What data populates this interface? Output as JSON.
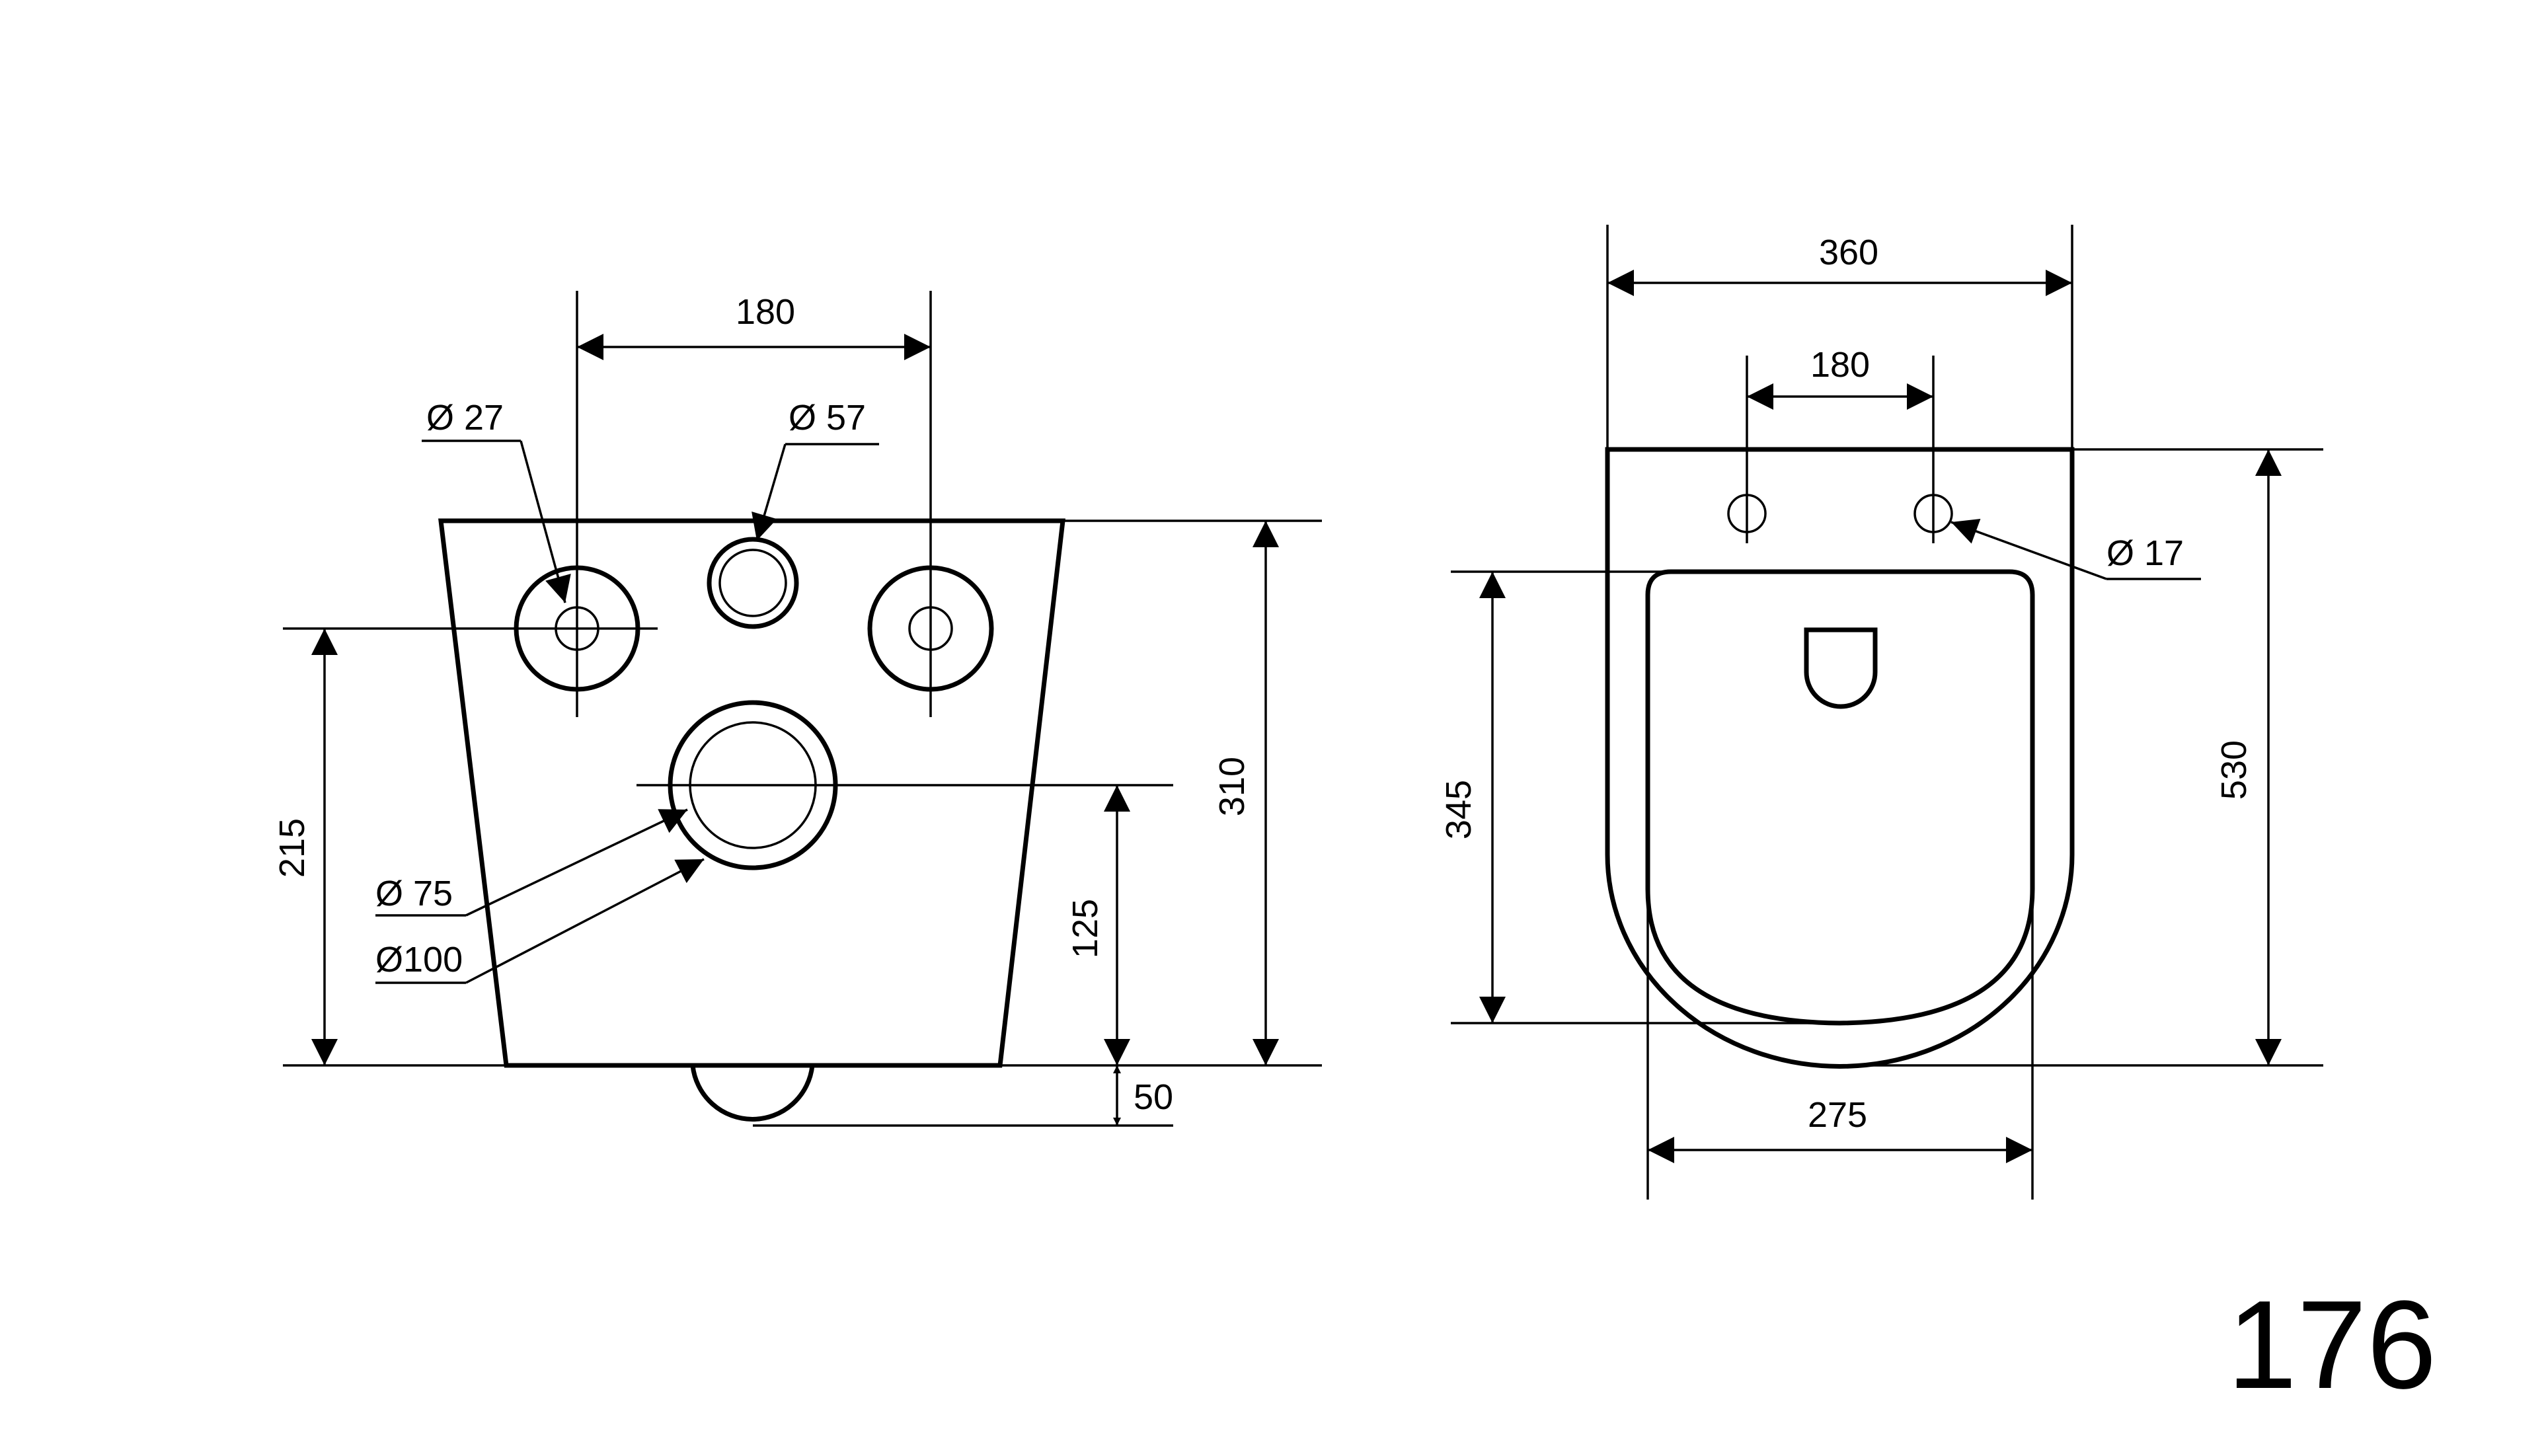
{
  "front_view": {
    "dim_top_spacing": "180",
    "dia_left_hole": "Ø 27",
    "dia_center_hole": "Ø 57",
    "dia_outlet_inner": "Ø 75",
    "dia_outlet_outer": "Ø100",
    "dim_height_left": "215",
    "dim_outlet_height": "125",
    "dim_total_height": "310",
    "dim_bottom_offset": "50"
  },
  "top_view": {
    "dim_total_width": "360",
    "dim_bolt_spacing": "180",
    "dia_bolt_holes": "Ø 17",
    "dim_inner_length": "345",
    "dim_total_length": "530",
    "dim_inner_width": "275"
  },
  "model_number": "176"
}
